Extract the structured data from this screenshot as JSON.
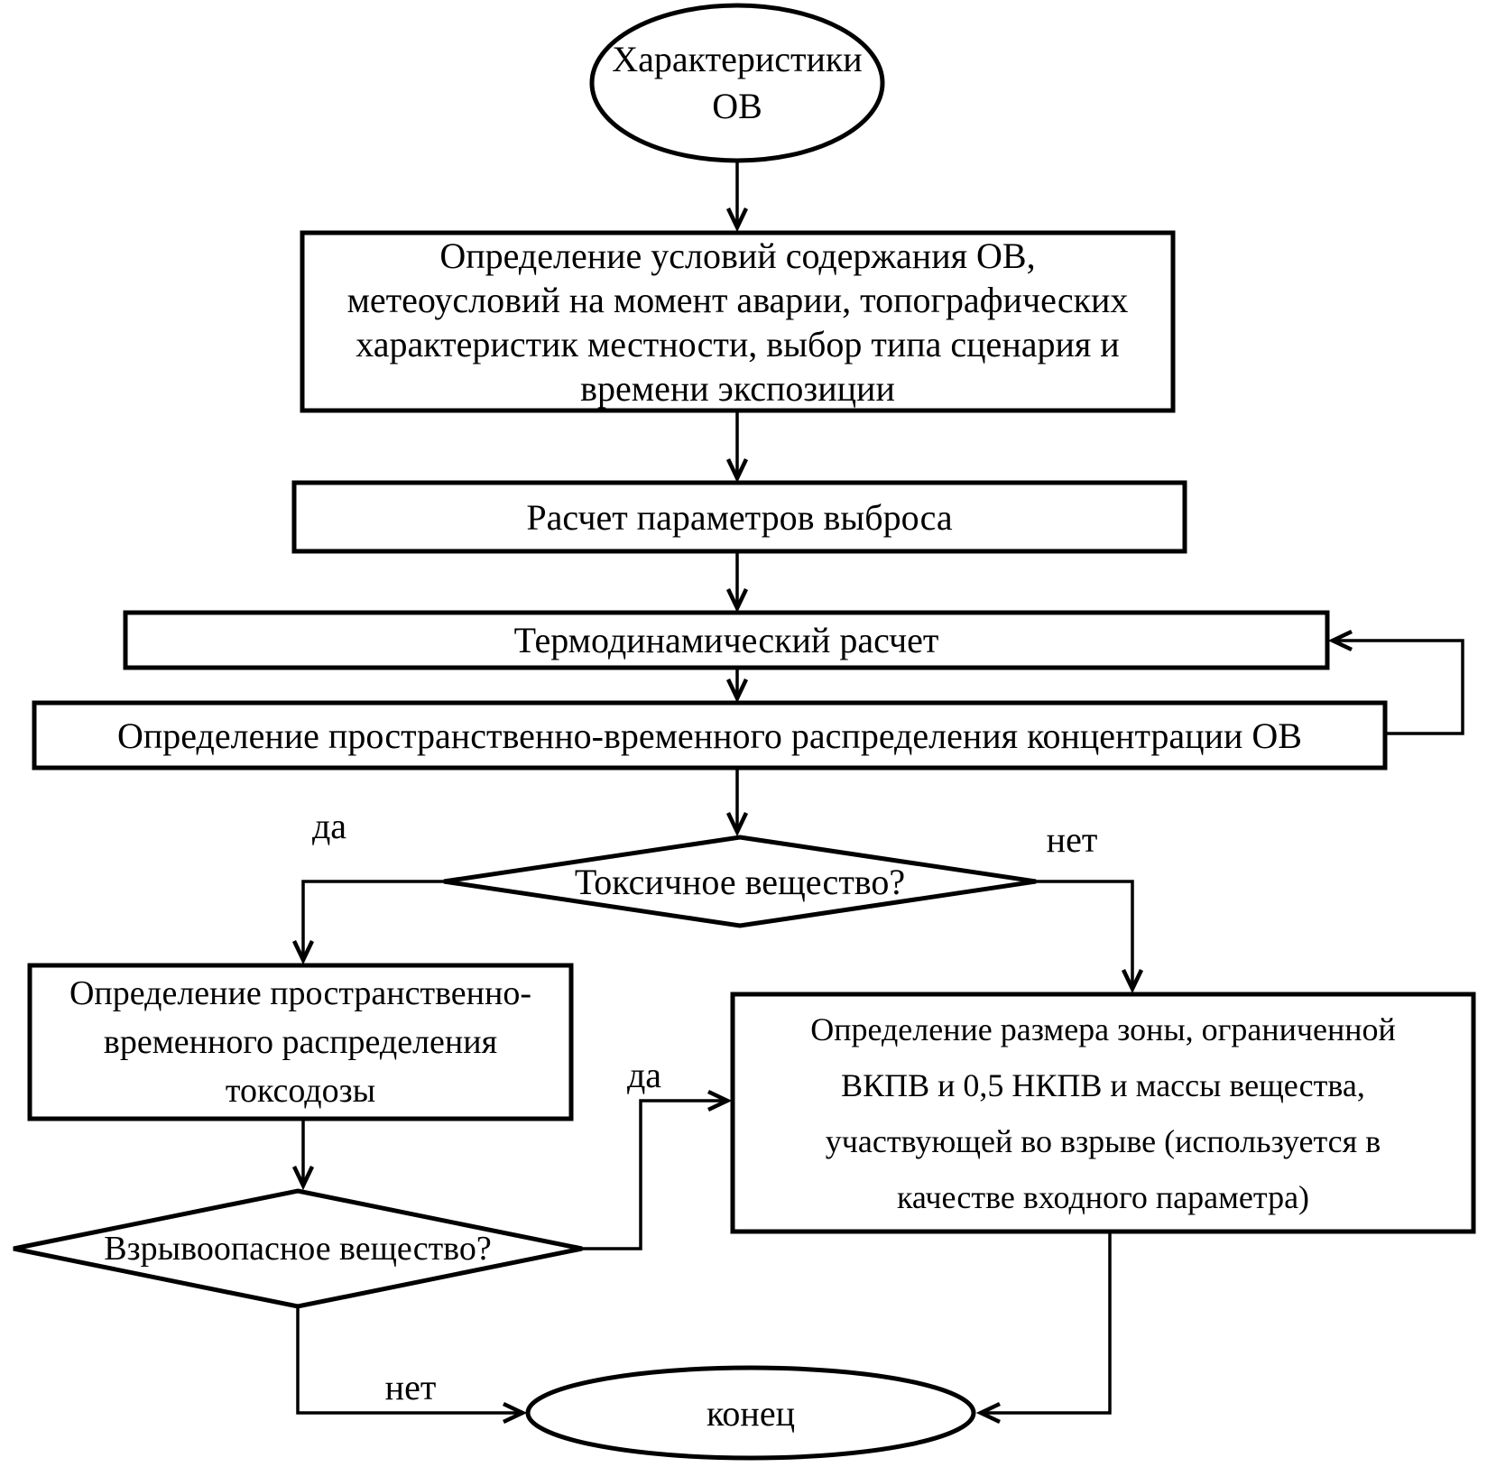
{
  "diagram": {
    "colors": {
      "ink": "#000000",
      "paper": "#ffffff"
    },
    "nodes": {
      "start": {
        "shape": "terminator",
        "line1": "Характеристики",
        "line2": "ОВ"
      },
      "setup": {
        "shape": "process",
        "line1": "Определение условий содержания ОВ,",
        "line2": "метеоусловий на момент аварии, топографических",
        "line3": "характеристик местности, выбор типа сценария и",
        "line4": "времени экспозиции"
      },
      "release_calc": {
        "shape": "process",
        "text": "Расчет параметров выброса"
      },
      "thermo_calc": {
        "shape": "process",
        "text": "Термодинамический расчет"
      },
      "concentration": {
        "shape": "process",
        "text": "Определение пространственно-временного распределения концентрации ОВ"
      },
      "toxic_decision": {
        "shape": "decision",
        "text": "Токсичное вещество?"
      },
      "toxdose": {
        "shape": "process",
        "line1": "Определение пространственно-",
        "line2": "временного распределения",
        "line3": "токсодозы"
      },
      "explosion_zone": {
        "shape": "process",
        "line1": "Определение размера зоны, ограниченной",
        "line2": "ВКПВ и 0,5 НКПВ и массы вещества,",
        "line3": "участвующей во взрыве (используется в",
        "line4": "качестве входного параметра)"
      },
      "explosive_decision": {
        "shape": "decision",
        "text": "Взрывоопасное вещество?"
      },
      "end": {
        "shape": "terminator",
        "text": "конец"
      }
    },
    "edge_labels": {
      "toxic_yes": "да",
      "toxic_no": "нет",
      "explosive_yes": "да",
      "explosive_no": "нет"
    }
  }
}
